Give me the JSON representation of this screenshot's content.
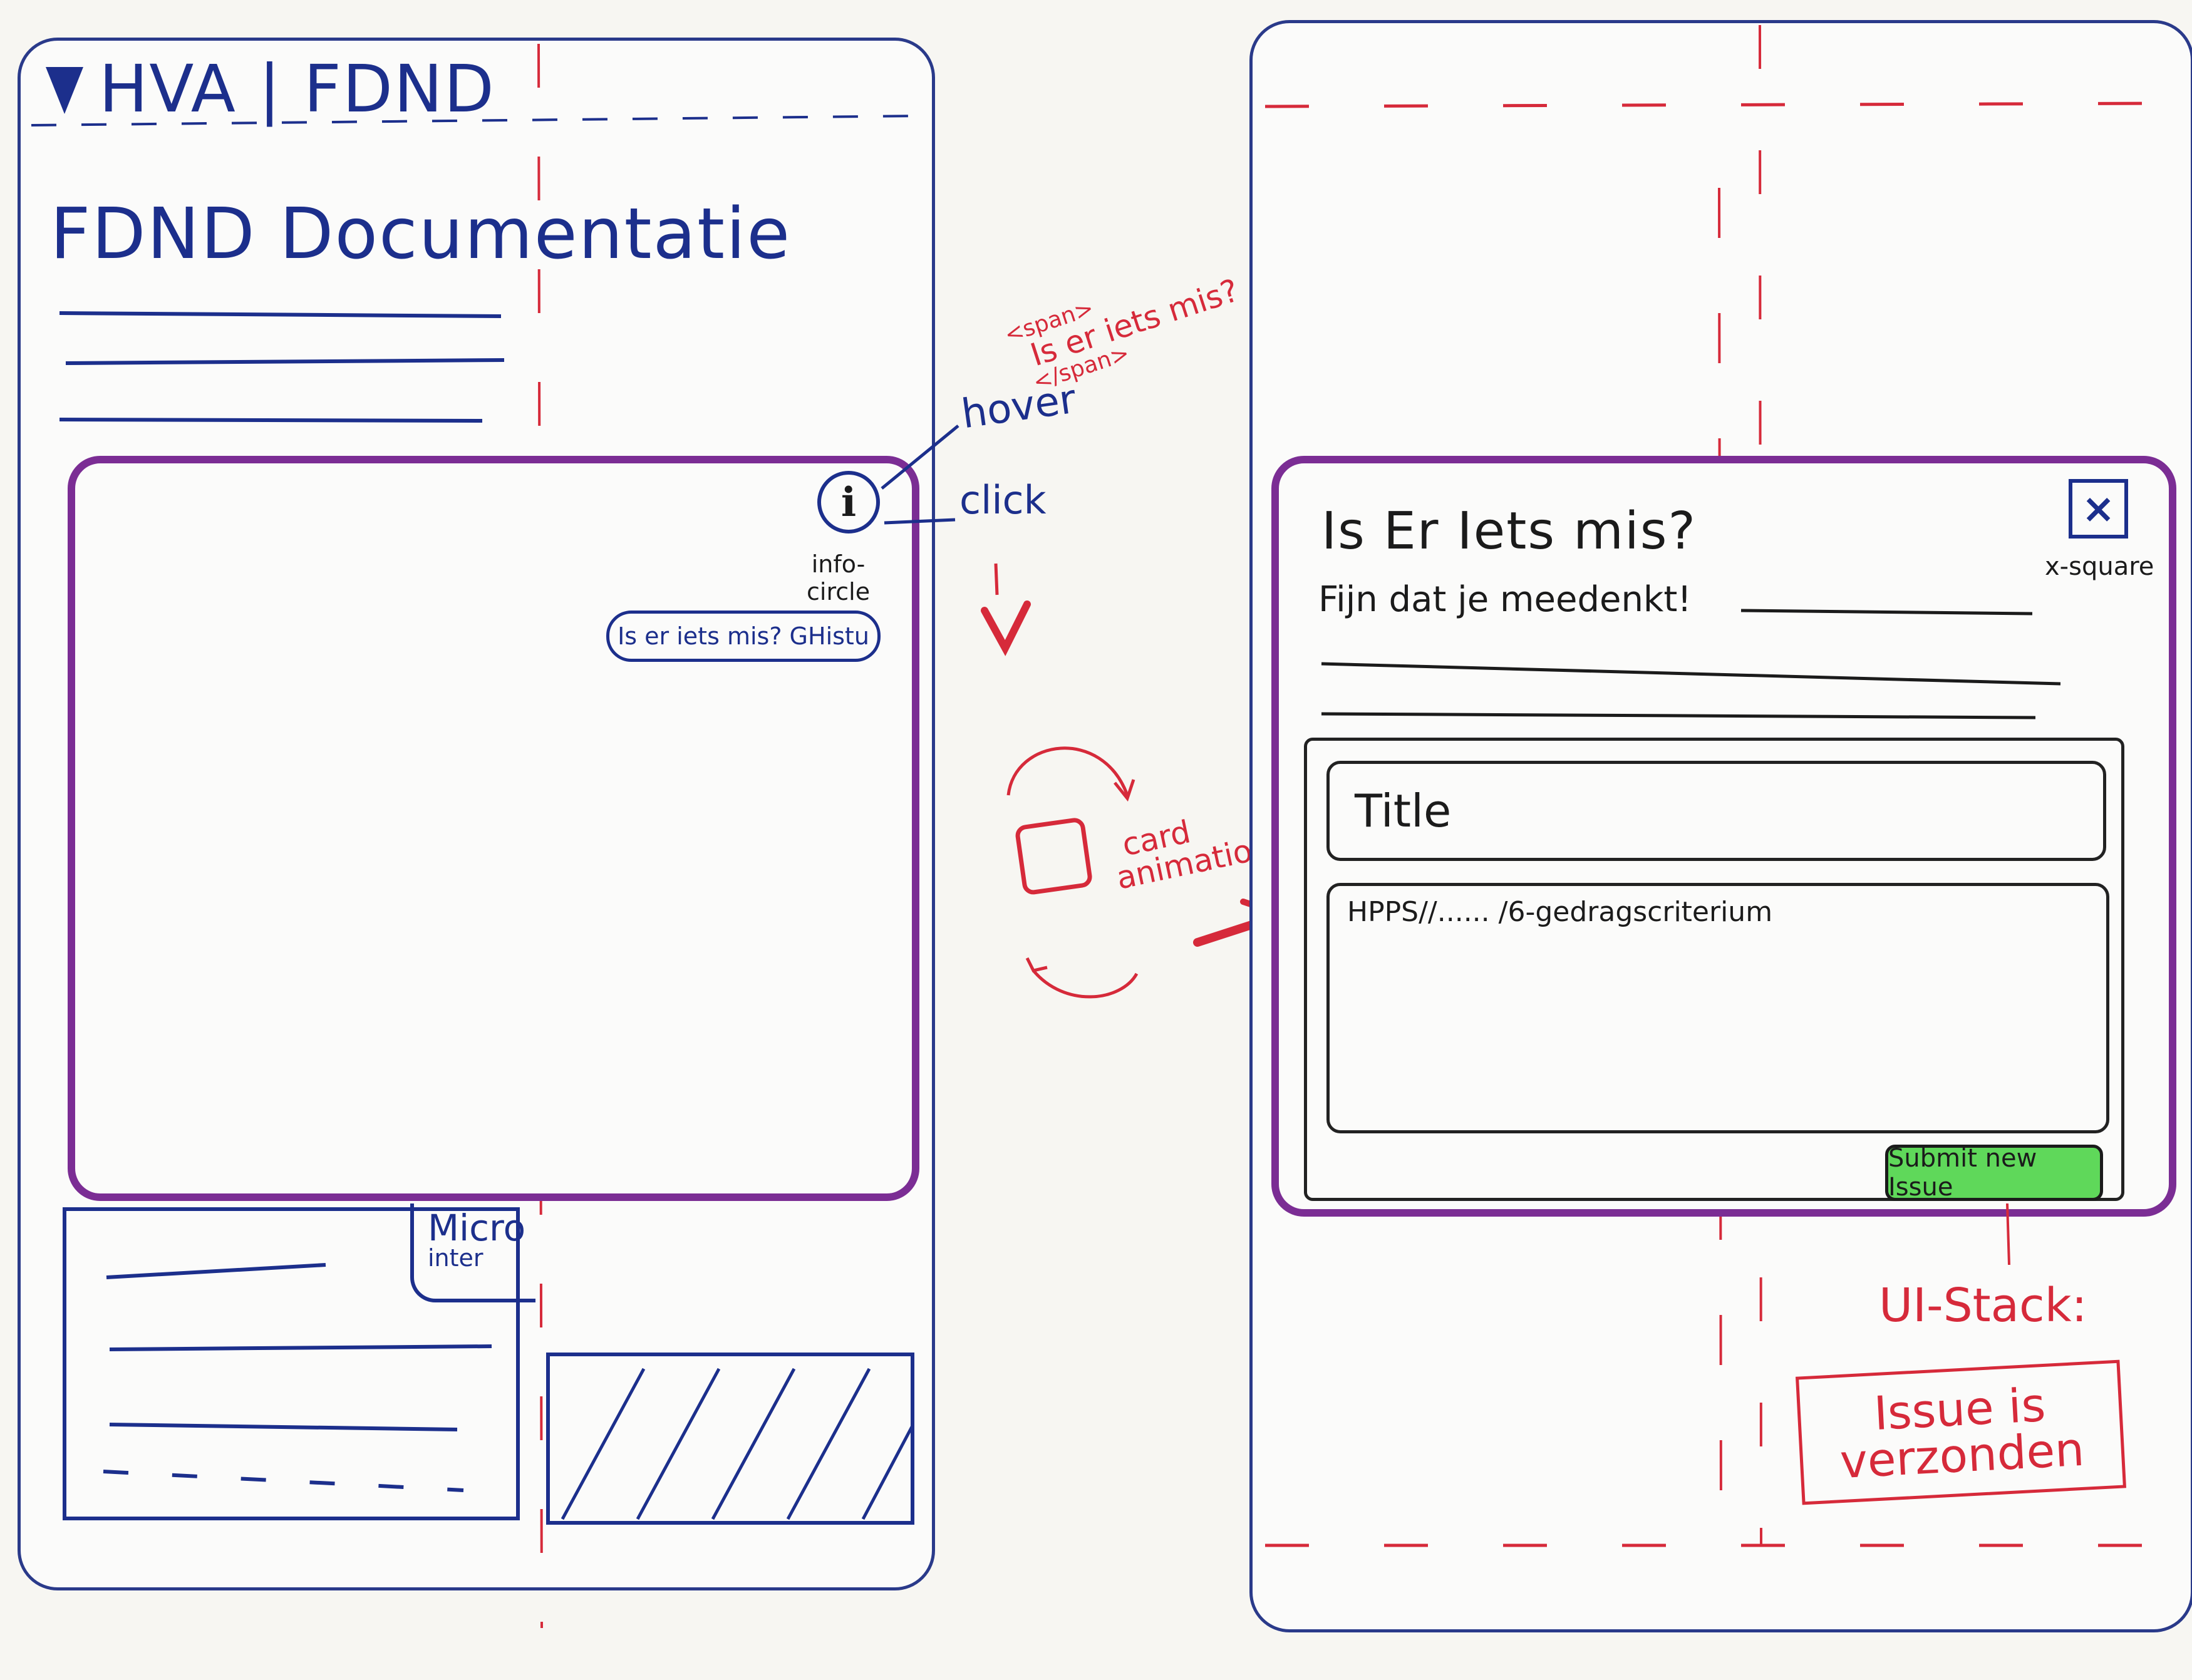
{
  "left_screen": {
    "logo_text": "HVA | FDND",
    "page_title": "FDND Documentatie",
    "info_circle_label_line1": "info-",
    "info_circle_label_line2": "circle",
    "tooltip_text": "Is er iets mis? GHistu",
    "micro_interaction_line1": "Micro",
    "micro_interaction_line2": "inter"
  },
  "annotations": {
    "span_open": "<span>",
    "span_text": "Is er iets mis?",
    "span_close": "</span>",
    "hover": "hover",
    "click": "click",
    "card_animation_line1": "card",
    "card_animation_line2": "animation"
  },
  "right_screen": {
    "heading": "Is Er Iets mis?",
    "subheading": "Fijn dat je meedenkt!",
    "close_label": "x-square",
    "title_placeholder": "Title",
    "body_value": "HPPS//...... /6-gedragscriterium",
    "submit_label": "Submit new Issue",
    "ui_stack_label": "UI-Stack:",
    "status_line1": "Issue is",
    "status_line2": "verzonden"
  },
  "colors": {
    "ink_blue": "#1c2f8c",
    "annotation_red": "#d62a3a",
    "card_purple": "#7b2d94",
    "submit_green": "#5fd85a"
  }
}
